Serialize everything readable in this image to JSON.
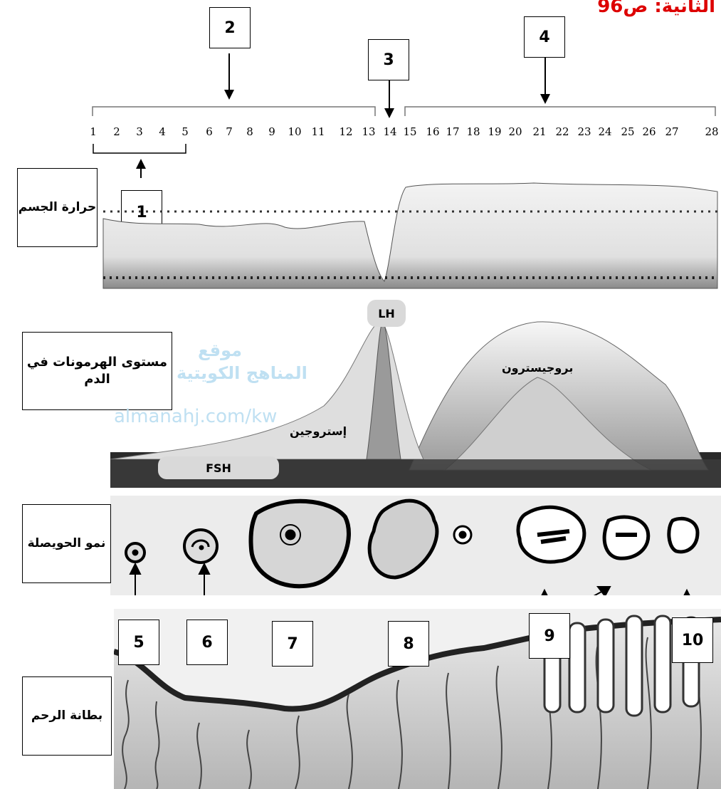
{
  "header": {
    "text": "الثانية: ص96"
  },
  "days": [
    "1",
    "2",
    "3",
    "4",
    "5",
    "6",
    "7",
    "8",
    "9",
    "10",
    "11",
    "12",
    "13",
    "14",
    "15",
    "16",
    "17",
    "18",
    "19",
    "20",
    "21",
    "22",
    "23",
    "24",
    "25",
    "26",
    "27",
    "28"
  ],
  "callouts": {
    "n1": "1",
    "n2": "2",
    "n3": "3",
    "n4": "4",
    "n5": "5",
    "n6": "6",
    "n7": "7",
    "n8": "8",
    "n9": "9",
    "n10": "10"
  },
  "row_labels": {
    "temperature": "حرارة الجسم",
    "hormones": "مستوى الهرمونات في الدم",
    "follicle": "نمو الحويصلة",
    "endometrium": "بطانة الرحم"
  },
  "hormones": {
    "lh": "LH",
    "fsh": "FSH",
    "estrogen": "إستروجين",
    "progesterone": "بروجيسترون"
  },
  "watermark": {
    "line1": "موقع",
    "line2": "المناهج الكويتية",
    "line3": "almanahj.com/kw"
  },
  "colors": {
    "header_red": "#d00000",
    "watermark_blue": "#bfe0f2"
  }
}
